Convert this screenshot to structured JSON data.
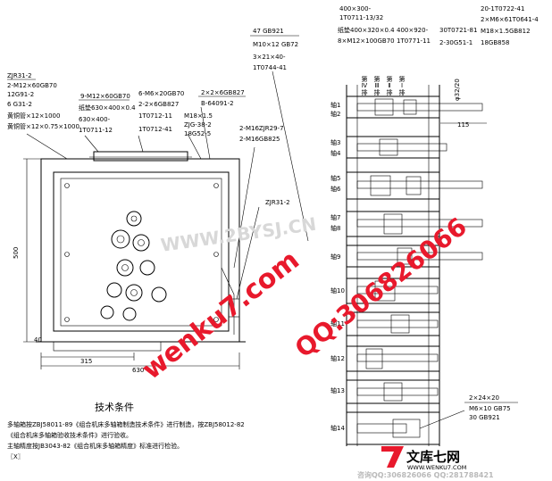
{
  "left_labels": {
    "zjr_block": [
      "ZJR31-2",
      "2-M12×60GB70",
      "12G91-2",
      "6 G31-2",
      "黄铜管×12×1000",
      "黄铜管×12×0.75×1000"
    ],
    "m12_block": [
      "9-M12×60GB70",
      "纸垫630×400×0.4",
      "630×400-",
      "1T0711-12"
    ],
    "m20_block": [
      "6-M6×20GB70",
      "2-2×6GB827",
      "1T0712-11",
      "1T0712-41"
    ],
    "pin_block": [
      "2×2×6GB827",
      "B-64091-2"
    ],
    "m18_block": [
      "M18×1.5",
      "ZJG-38-2",
      "18G52-5"
    ],
    "m16_block": [
      "2-M16ZJR29-7",
      "2-M16GB825"
    ],
    "zjr_callout": "ZJR31-2",
    "dim_500": "500",
    "dim_315": "315",
    "dim_630": "630",
    "dim_40": "40"
  },
  "top_center": {
    "gb921_line1": "47    GB921",
    "gb921_line2": "M10×12   GB72",
    "gb921_line3": "3×21×40-",
    "gb921_line4": "1T0744-41"
  },
  "right_labels": {
    "col_a": [
      "400×300-",
      "1T0711-13/32",
      "纸垫400×320×0.4",
      "8×M12×100GB70"
    ],
    "col_b": [
      "400×920-",
      "1T0771-11"
    ],
    "col_c": [
      "30T0721-81",
      "2-30G51-1"
    ],
    "col_d": [
      "20-1T0722-41",
      "2×M6×61T0641-4",
      "M18×1.5GB812",
      "18GB858"
    ],
    "header_cols": [
      "第Ⅳ排",
      "第Ⅲ排",
      "第Ⅱ排",
      "第Ⅰ排"
    ],
    "dim_115": "115",
    "dim_side": "φ32/20",
    "axes": [
      "轴1",
      "轴2",
      "轴3",
      "轴4",
      "轴5",
      "轴6",
      "轴7",
      "轴8",
      "轴9",
      "轴10",
      "轴11",
      "轴12",
      "轴13",
      "轴14"
    ],
    "bottom_block": [
      "2×24×20",
      "M6×10   GB75",
      "30    GB921"
    ]
  },
  "tech": {
    "title": "技术条件",
    "line1": "多轴箱按ZBJ58011-89《组合机床多轴箱制造技术条件》进行制造，按ZBJ58012-82",
    "line2": "《组合机床多轴箱验收技术条件》进行验收。",
    "line3": "主轴精度按JB3043-82《组合机床多轴箱精度》标准进行检验。",
    "corner": "〖X〗"
  },
  "watermarks": {
    "wenku_diag": "wenku7.com",
    "qq_diag": "QQ:306826066",
    "center_gray": "WWW.2BYSJ.CN",
    "brand_text": "文库七网",
    "brand_url": "WWW.WENKU7.COM",
    "contact": "咨询QQ:306826066  QQ:281788421"
  },
  "colors": {
    "watermark_red": "#e8192c",
    "brand_red": "#e8192c",
    "line": "#000000"
  }
}
